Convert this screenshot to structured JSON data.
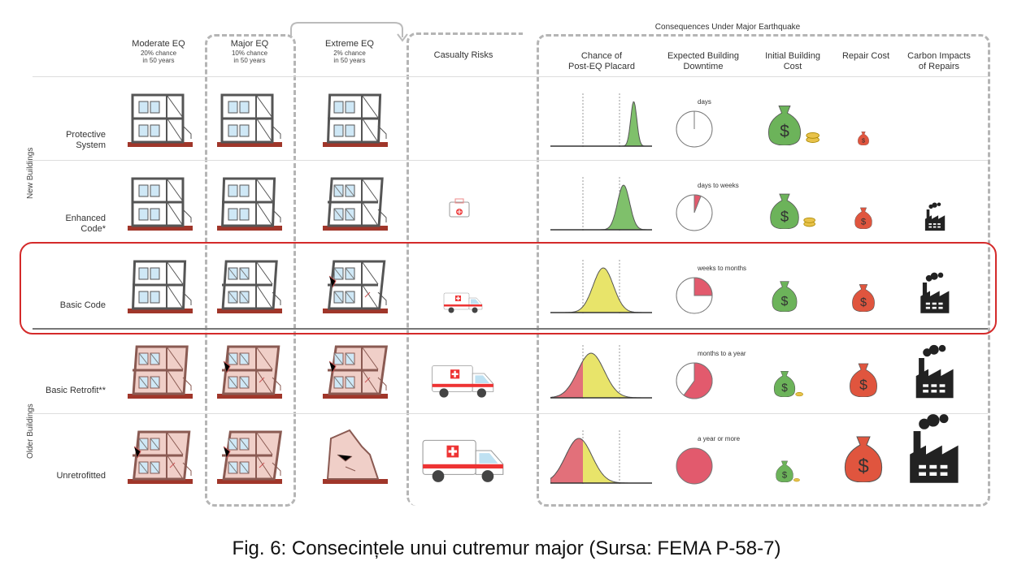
{
  "headers": {
    "moderate": {
      "title": "Moderate EQ",
      "sub1": "20% chance",
      "sub2": "in 50 years"
    },
    "major": {
      "title": "Major EQ",
      "sub1": "10% chance",
      "sub2": "in 50 years"
    },
    "extreme": {
      "title": "Extreme EQ",
      "sub1": "2% chance",
      "sub2": "in 50 years"
    },
    "casualty": "Casualty Risks",
    "consequences": "Consequences Under Major Earthquake",
    "placard": [
      "Chance of",
      "Post-EQ Placard"
    ],
    "downtime": [
      "Expected Building",
      "Downtime"
    ],
    "initial_cost": [
      "Initial Building",
      "Cost"
    ],
    "repair_cost": "Repair Cost",
    "carbon": [
      "Carbon Impacts",
      "of Repairs"
    ]
  },
  "groups": {
    "new": "New Buildings",
    "old": "Older Buildings"
  },
  "rows": [
    {
      "label": [
        "Protective",
        "System"
      ],
      "downtime": "days",
      "downtime_fraction": 0.0,
      "placard_peak": 0.82,
      "placard_color": "#7fc06b",
      "casualty": "none",
      "casualty_level": 0,
      "initial_cost_level": 5,
      "repair_level": 1,
      "carbon_level": 0,
      "damage": [
        0,
        0,
        1
      ],
      "old": false
    },
    {
      "label": [
        "Enhanced",
        "Code*"
      ],
      "downtime": "days to weeks",
      "downtime_fraction": 0.06,
      "placard_peak": 0.72,
      "placard_color": "#7fc06b",
      "casualty": "first-aid-kit",
      "casualty_level": 1,
      "initial_cost_level": 4,
      "repair_level": 2,
      "carbon_level": 1,
      "damage": [
        0,
        1,
        2
      ],
      "old": false
    },
    {
      "label": [
        "Basic Code"
      ],
      "downtime": "weeks to months",
      "downtime_fraction": 0.25,
      "placard_peak": 0.52,
      "placard_color": "#e8e46a",
      "casualty": "ambulance",
      "casualty_level": 2,
      "initial_cost_level": 3,
      "repair_level": 3,
      "carbon_level": 2,
      "damage": [
        1,
        2,
        3
      ],
      "old": false,
      "highlighted": true
    },
    {
      "label": [
        "Basic Retrofit**"
      ],
      "downtime": "months to a year",
      "downtime_fraction": 0.6,
      "placard_peak": 0.4,
      "placard_color": "#e8e46a",
      "casualty": "ambulance",
      "casualty_level": 3,
      "initial_cost_level": 2,
      "repair_level": 4,
      "carbon_level": 3,
      "damage": [
        2,
        3,
        4
      ],
      "old": true
    },
    {
      "label": [
        "Unretrofitted"
      ],
      "downtime": "a year or more",
      "downtime_fraction": 1.0,
      "placard_peak": 0.28,
      "placard_color": "#e8e46a",
      "casualty": "ambulance",
      "casualty_level": 4,
      "initial_cost_level": 1,
      "repair_level": 5,
      "carbon_level": 4,
      "damage": [
        3,
        4,
        5
      ],
      "old": true
    }
  ],
  "colors": {
    "highlight": "#d42a2a",
    "green": "#6cb35a",
    "red": "#e0553e",
    "yellow": "#e8e46a",
    "pink": "#e25a6d"
  },
  "caption": "Fig. 6: Consecințele unui cutremur major (Sursa: FEMA P-58-7)"
}
